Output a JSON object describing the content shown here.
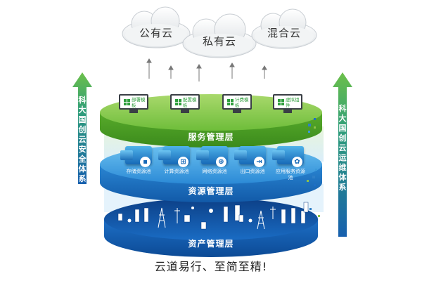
{
  "clouds": [
    {
      "label": "公有云"
    },
    {
      "label": "私有云"
    },
    {
      "label": "混合云"
    }
  ],
  "left_pillar": {
    "label": "科大国创云安全体系"
  },
  "right_pillar": {
    "label": "科大国创云运维体系"
  },
  "layers": {
    "service": {
      "label": "服务管理层"
    },
    "resource": {
      "label": "资源管理层"
    },
    "asset": {
      "label": "资产管理层"
    }
  },
  "service_modules": [
    {
      "label": "部署模板"
    },
    {
      "label": "配置模板"
    },
    {
      "label": "计费模板"
    },
    {
      "label": "虚拟组件"
    }
  ],
  "resource_pools": [
    {
      "label": "存储资源池",
      "icon": "floppy-disk-icon"
    },
    {
      "label": "计算资源池",
      "icon": "grid-apps-icon"
    },
    {
      "label": "网络资源池",
      "icon": "globe-icon"
    },
    {
      "label": "出口资源池",
      "icon": "exit-icon"
    },
    {
      "label": "应用服务资源池",
      "icon": "cluster-icon"
    }
  ],
  "slogan": "云道易行、至简至精!",
  "colors": {
    "green": "#5cb531",
    "green_dark": "#3f8f22",
    "blue": "#2a86d3",
    "blue_dark": "#0f4f9a",
    "pillar_blue": "#1a6fb5"
  }
}
